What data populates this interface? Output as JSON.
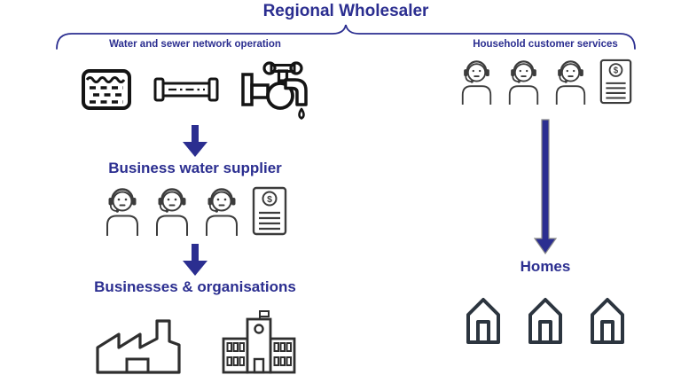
{
  "title": "Regional Wholesaler",
  "colors": {
    "navy": "#2b2e90",
    "icon_black": "#141414",
    "icon_gray": "#3c3c3c",
    "house_charcoal": "#2c353f",
    "long_arrow_outline": "#8a8a8a",
    "background": "#ffffff"
  },
  "left_branch": {
    "header": "Water and sewer network operation",
    "icons_row1": [
      "water-tank-icon",
      "pipe-icon",
      "tap-icon"
    ],
    "step1_heading": "Business water supplier",
    "icons_row2": [
      "agent-icon",
      "agent-icon",
      "agent-icon",
      "invoice-icon"
    ],
    "step2_heading": "Businesses & organisations",
    "icons_row3": [
      "factory-icon",
      "office-building-icon"
    ]
  },
  "right_branch": {
    "header": "Household customer services",
    "icons_row1": [
      "agent-icon",
      "agent-icon",
      "agent-icon",
      "invoice-icon"
    ],
    "step1_heading": "Homes",
    "icons_row2": [
      "house-icon",
      "house-icon",
      "house-icon"
    ]
  },
  "invoice": {
    "currency_symbol": "$"
  }
}
